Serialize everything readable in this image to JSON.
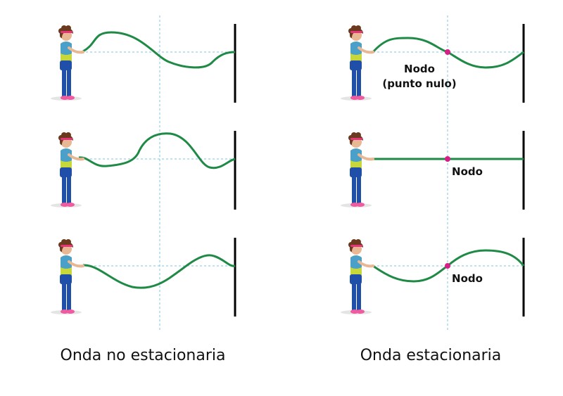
{
  "columns": [
    {
      "caption": "Onda no estacionaria"
    },
    {
      "caption": "Onda estacionaria"
    }
  ],
  "nodes": {
    "top_label_line1": "Nodo",
    "top_label_line2": "(punto nulo)",
    "middle_label": "Nodo",
    "bottom_label": "Nodo"
  },
  "colors": {
    "rope": "#1f8a45",
    "node": "#d61f86",
    "wall": "#000000",
    "guide": "#7fc6e4",
    "hair": "#6b3a1e",
    "skin": "#e8b895",
    "headband": "#e6337a",
    "shirt_top": "#4aa0c8",
    "shirt_bottom": "#c8d83a",
    "pants": "#1f4fa8",
    "shoes": "#ef5aa0",
    "shadow": "#e4e4e4"
  }
}
